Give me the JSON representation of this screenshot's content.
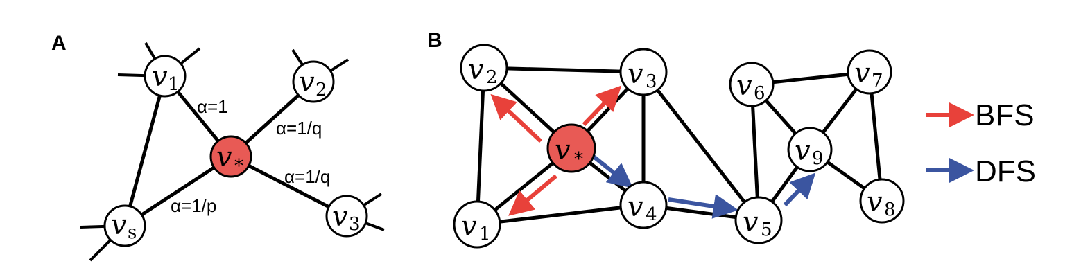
{
  "colors": {
    "bfs": "#e8413a",
    "dfs": "#3b55a0",
    "center_node": "#e85a55",
    "edge": "#000000"
  },
  "panel_a": {
    "label": "A",
    "nodes": {
      "v1": {
        "var": "v",
        "sub": "1"
      },
      "v2": {
        "var": "v",
        "sub": "2"
      },
      "v3": {
        "var": "v",
        "sub": "3"
      },
      "vs": {
        "var": "v",
        "sub": "s"
      },
      "vstar": {
        "var": "v",
        "sub": "*"
      }
    },
    "edge_labels": {
      "v1": "α=1",
      "v2": "α=1/q",
      "v3": "α=1/q",
      "vs": "α=1/p"
    }
  },
  "panel_b": {
    "label": "B",
    "nodes": {
      "v1": {
        "var": "v",
        "sub": "1"
      },
      "v2": {
        "var": "v",
        "sub": "2"
      },
      "v3": {
        "var": "v",
        "sub": "3"
      },
      "v4": {
        "var": "v",
        "sub": "4"
      },
      "v5": {
        "var": "v",
        "sub": "5"
      },
      "v6": {
        "var": "v",
        "sub": "6"
      },
      "v7": {
        "var": "v",
        "sub": "7"
      },
      "v8": {
        "var": "v",
        "sub": "8"
      },
      "v9": {
        "var": "v",
        "sub": "9"
      },
      "vstar": {
        "var": "v",
        "sub": "*"
      }
    },
    "legend": {
      "bfs": "BFS",
      "dfs": "DFS"
    }
  }
}
